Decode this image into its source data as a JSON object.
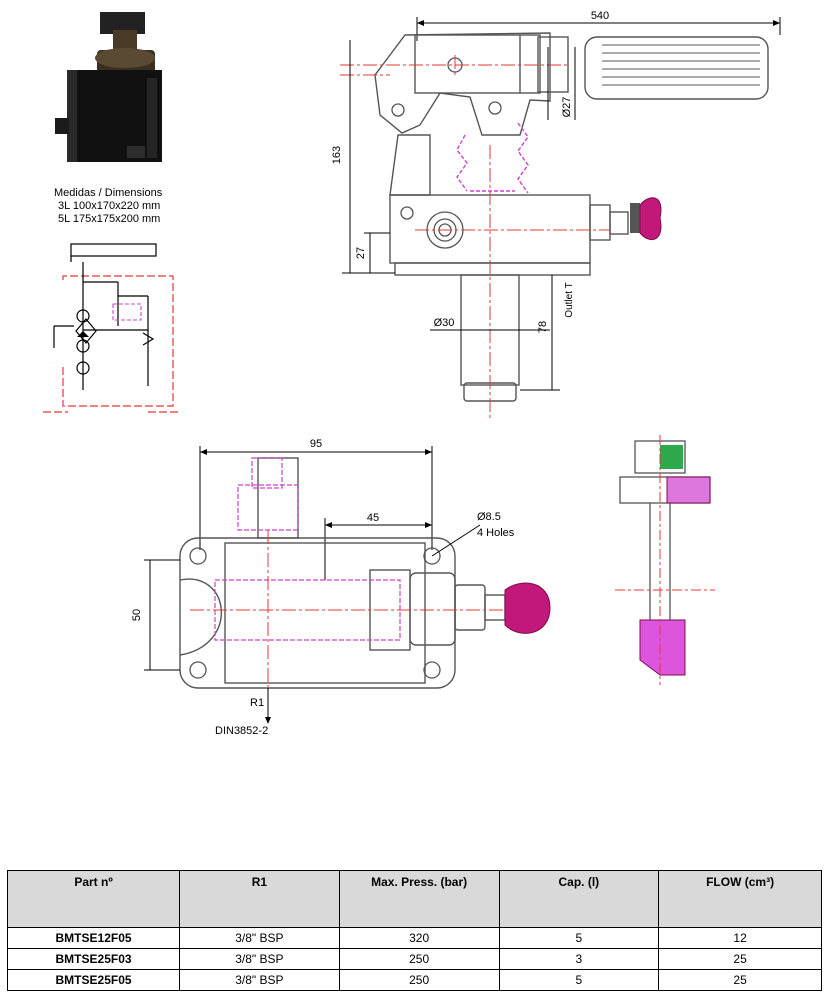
{
  "caption": {
    "title": "Medidas / Dimensions",
    "line_3l": "3L  100x170x220  mm",
    "line_5l": "5L  175x175x200 mm"
  },
  "side_view": {
    "dim_length": "540",
    "dim_height": "163",
    "dim_base": "27",
    "dim_handle": "Ø27",
    "dim_piston": "Ø30",
    "dim_stroke": "78",
    "outlet_label": "Outlet T"
  },
  "top_view": {
    "dim_width": "95",
    "dim_half": "45",
    "dim_depth": "50",
    "holes_dia": "Ø8.5",
    "holes_count": "4 Holes",
    "port_label": "R1",
    "port_standard": "DIN3852-2"
  },
  "colors": {
    "line": "#000000",
    "centerline": "#e53935",
    "hidden": "#cc44cc",
    "accent_magenta": "#c2187a",
    "accent_green": "#2ea84a",
    "table_header": "#d9d9d9"
  },
  "table": {
    "headers": [
      "Part nº",
      "R1",
      "Max. Press. (bar)",
      "Cap. (l)",
      "FLOW (cm³)"
    ],
    "rows": [
      [
        "BMTSE12F05",
        "3/8\" BSP",
        "320",
        "5",
        "12"
      ],
      [
        "BMTSE25F03",
        "3/8\" BSP",
        "250",
        "3",
        "25"
      ],
      [
        "BMTSE25F05",
        "3/8\" BSP",
        "250",
        "5",
        "25"
      ]
    ]
  }
}
